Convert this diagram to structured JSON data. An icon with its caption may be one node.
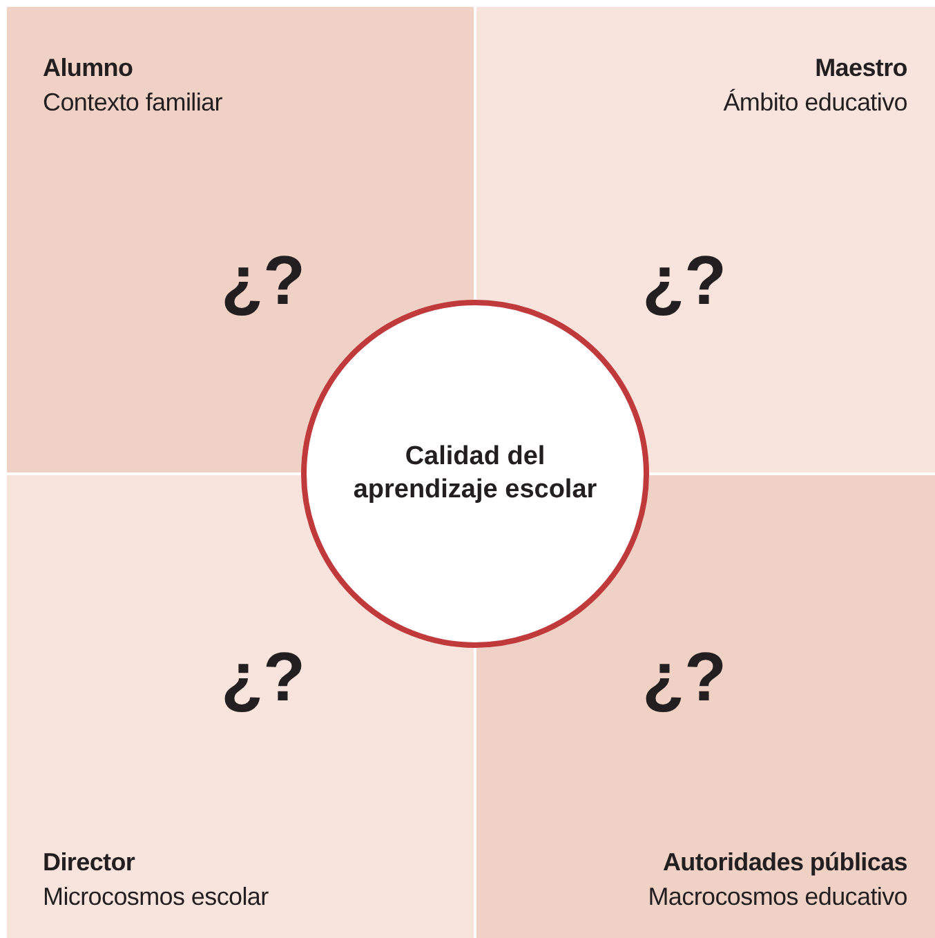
{
  "diagram": {
    "nodes": [
      {
        "text": [
          "Alumno",
          "Contexto familiar",
          "¿?"
        ]
      },
      {
        "text": [
          "Maestro",
          "Ámbito educativo",
          "¿?"
        ]
      },
      {
        "text": [
          "¿?",
          "Director",
          "Microcosmos escolar"
        ]
      },
      {
        "text": [
          "¿?",
          "Autoridades públicas",
          "Macrocosmos educativo"
        ]
      },
      {
        "text": [
          "Calidad del aprendizaje escolar"
        ]
      }
    ]
  }
}
